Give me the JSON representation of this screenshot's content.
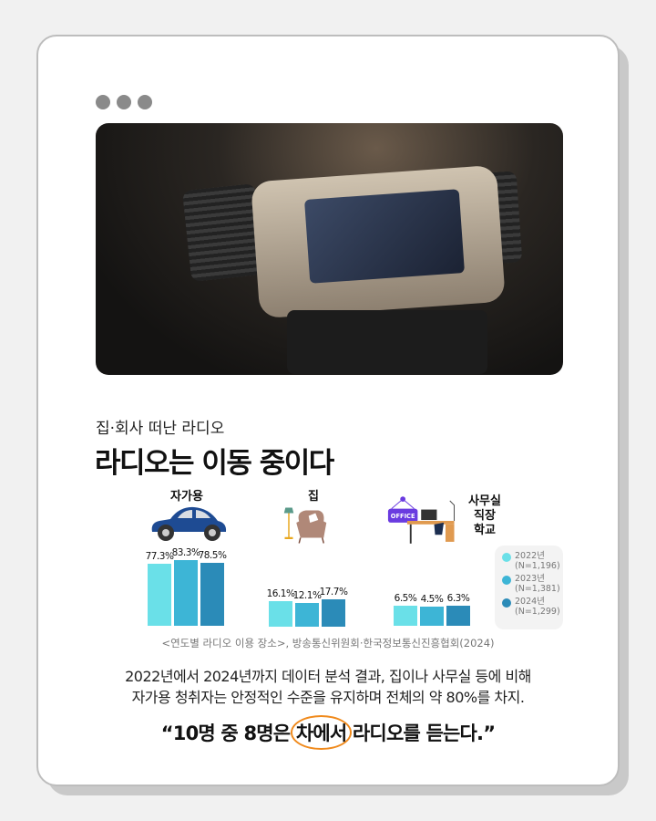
{
  "subtitle": "집·회사 떠난 라디오",
  "title": "라디오는 이동 중이다",
  "chart_data": {
    "type": "bar",
    "categories": [
      "자가용",
      "집",
      "사무실\n직장\n학교"
    ],
    "series": [
      {
        "name": "2022년 (N=1,196)",
        "values": [
          77.3,
          16.1,
          6.5
        ]
      },
      {
        "name": "2023년 (N=1,381)",
        "values": [
          83.3,
          12.1,
          4.5
        ]
      },
      {
        "name": "2024년 (N=1,299)",
        "values": [
          78.5,
          17.7,
          6.3
        ]
      }
    ],
    "value_labels": [
      [
        "77.3%",
        "16.1%",
        "6.5%"
      ],
      [
        "83.3%",
        "12.1%",
        "4.5%"
      ],
      [
        "78.5%",
        "17.7%",
        "6.3%"
      ]
    ],
    "colors": [
      "#6ae0e8",
      "#3db5d6",
      "#2b8bb8"
    ],
    "legend": [
      {
        "year": "2022년",
        "n": "(N=1,196)"
      },
      {
        "year": "2023년",
        "n": "(N=1,381)"
      },
      {
        "year": "2024년",
        "n": "(N=1,299)"
      }
    ],
    "legend_position": "right",
    "unit": "%"
  },
  "categories": {
    "car": "자가용",
    "home": "집",
    "office": [
      "사무실",
      "직장",
      "학교"
    ],
    "office_sign": "OFFICE"
  },
  "source": "<연도별 라디오 이용 장소>, 방송통신위원회·한국정보통신진흥협회(2024)",
  "description": [
    "2022년에서 2024년까지 데이터 분석 결과, 집이나 사무실 등에 비해",
    "자가용 청취자는 안정적인 수준을 유지하며 전체의 약 80%를 차지."
  ],
  "quote": {
    "open": "“10명 중 8명은 ",
    "highlight": "차에서",
    "close": " 라디오를 듣는다.”"
  }
}
